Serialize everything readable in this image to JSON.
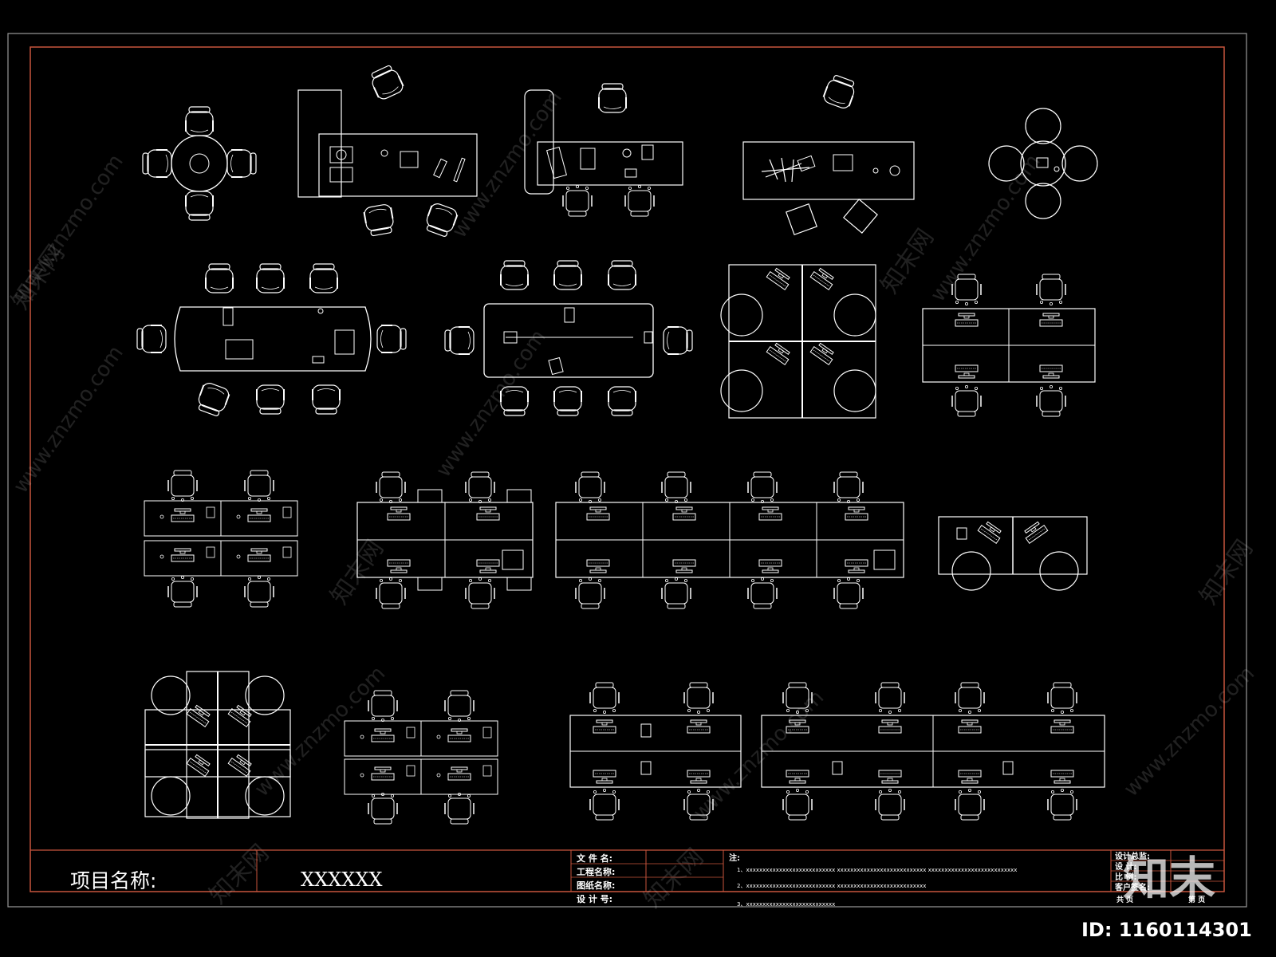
{
  "title_block": {
    "project_label": "项目名称:",
    "project_value": "XXXXXX",
    "fields": [
      "文 件 名:",
      "工程名称:",
      "图纸名称:",
      "设 计 号:"
    ],
    "notes_label": "注:",
    "notes": [
      "1、xxxxxxxxxxxxxxxxxxxxxxxxxxx   xxxxxxxxxxxxxxxxxxxxxxxxxxx   xxxxxxxxxxxxxxxxxxxxxxxxxxx",
      "2、xxxxxxxxxxxxxxxxxxxxxxxxxxx   xxxxxxxxxxxxxxxxxxxxxxxxxxx",
      "3、xxxxxxxxxxxxxxxxxxxxxxxxxxx"
    ],
    "signoff": [
      "设计总监:",
      "设    计:",
      "比    例:",
      "客户签名:"
    ],
    "sheet_total": "共      页",
    "sheet_no": "第      页"
  },
  "watermark": {
    "site": "www.znzmo.com",
    "brand": "知末网",
    "logo": "知末",
    "id_label": "ID: 1160114301"
  },
  "colors": {
    "background": "#000000",
    "lines": "#ffffff",
    "inner_frame": "#c8553d",
    "outer_frame": "#9a9a9a"
  }
}
